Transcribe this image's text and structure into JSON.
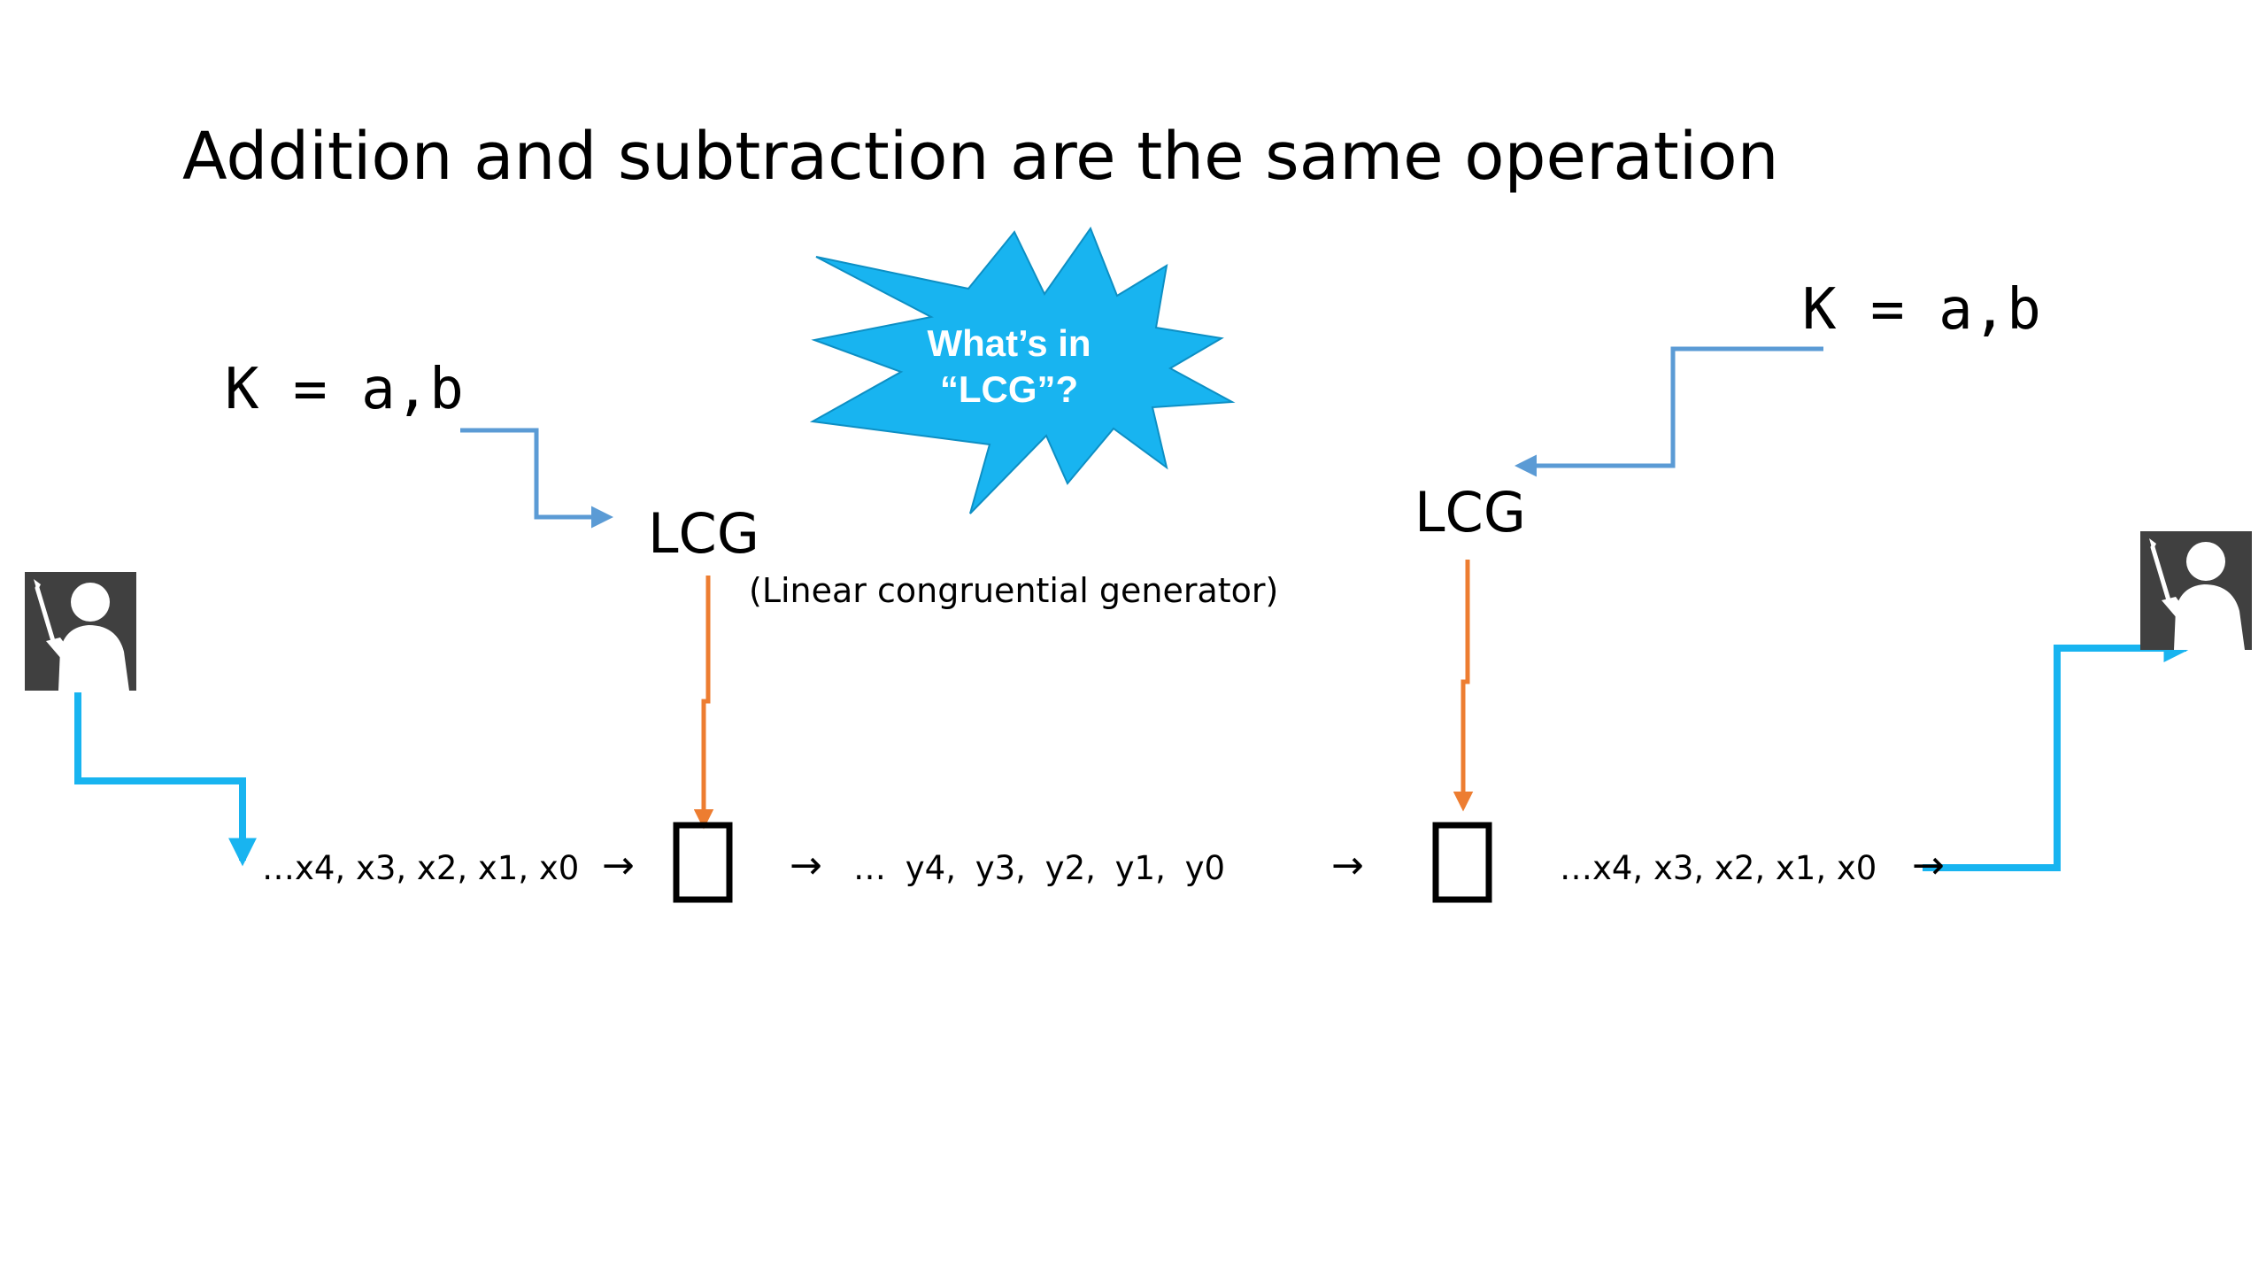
{
  "slide": {
    "title": "Addition and subtraction are the same operation"
  },
  "sender": {
    "key_label": "K = a,b",
    "generator_label": "LCG",
    "generator_note": "(Linear congruential generator)",
    "plaintext_stream": "…x4, x3, x2, x1, x0",
    "icon": "person-with-pen-icon"
  },
  "burst": {
    "line1": "What’s in",
    "line2": "“LCG”?",
    "color": "#18b4f0"
  },
  "channel": {
    "ciphertext_stream": "… y4,  y3,  y2,  y1,  y0",
    "arrow_glyph": "→"
  },
  "receiver": {
    "key_label": "K = a,b",
    "generator_label": "LCG",
    "recovered_stream": "…x4, x3, x2, x1, x0",
    "icon": "person-with-pen-icon"
  },
  "colors": {
    "key_wire": "#5b9bd5",
    "keystream_wire": "#ed7d31",
    "data_wire": "#18b4f0",
    "combiner_box": "#000000",
    "user_tile": "#404040",
    "user_figure": "#ffffff"
  }
}
